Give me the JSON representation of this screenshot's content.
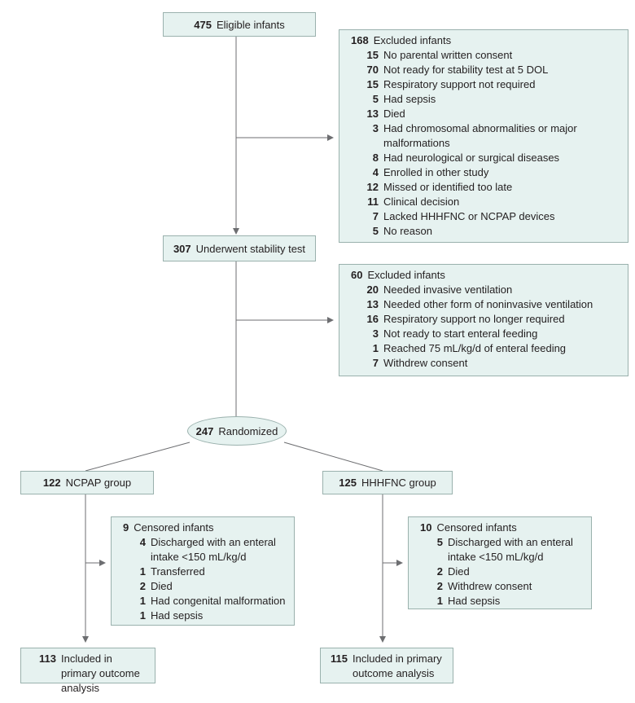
{
  "eligible": {
    "n": "475",
    "label": "Eligible infants"
  },
  "excluded1": {
    "header": {
      "n": "168",
      "label": "Excluded infants"
    },
    "items": [
      {
        "n": "15",
        "label": "No parental written consent"
      },
      {
        "n": "70",
        "label": "Not ready for stability test at 5 DOL"
      },
      {
        "n": "15",
        "label": "Respiratory support not required"
      },
      {
        "n": "5",
        "label": "Had sepsis"
      },
      {
        "n": "13",
        "label": "Died"
      },
      {
        "n": "3",
        "label": "Had chromosomal abnormalities or major malformations"
      },
      {
        "n": "8",
        "label": "Had neurological or surgical diseases"
      },
      {
        "n": "4",
        "label": "Enrolled in other study"
      },
      {
        "n": "12",
        "label": "Missed or identified too late"
      },
      {
        "n": "11",
        "label": "Clinical decision"
      },
      {
        "n": "7",
        "label": "Lacked HHHFNC or NCPAP devices"
      },
      {
        "n": "5",
        "label": "No reason"
      }
    ]
  },
  "stability": {
    "n": "307",
    "label": "Underwent stability test"
  },
  "excluded2": {
    "header": {
      "n": "60",
      "label": "Excluded infants"
    },
    "items": [
      {
        "n": "20",
        "label": "Needed invasive ventilation"
      },
      {
        "n": "13",
        "label": "Needed other form of noninvasive ventilation"
      },
      {
        "n": "16",
        "label": "Respiratory support no longer required"
      },
      {
        "n": "3",
        "label": "Not ready to start enteral feeding"
      },
      {
        "n": "1",
        "label": "Reached 75 mL/kg/d of enteral feeding"
      },
      {
        "n": "7",
        "label": "Withdrew consent"
      }
    ]
  },
  "randomized": {
    "n": "247",
    "label": "Randomized"
  },
  "ncpap": {
    "n": "122",
    "label": "NCPAP group"
  },
  "hhhfnc": {
    "n": "125",
    "label": "HHHFNC group"
  },
  "censored_ncpap": {
    "header": {
      "n": "9",
      "label": "Censored infants"
    },
    "items": [
      {
        "n": "4",
        "label": "Discharged with an enteral intake <150 mL/kg/d"
      },
      {
        "n": "1",
        "label": "Transferred"
      },
      {
        "n": "2",
        "label": "Died"
      },
      {
        "n": "1",
        "label": "Had congenital malformation"
      },
      {
        "n": "1",
        "label": "Had sepsis"
      }
    ]
  },
  "censored_hhhfnc": {
    "header": {
      "n": "10",
      "label": "Censored infants"
    },
    "items": [
      {
        "n": "5",
        "label": "Discharged with an enteral intake <150 mL/kg/d"
      },
      {
        "n": "2",
        "label": "Died"
      },
      {
        "n": "2",
        "label": "Withdrew consent"
      },
      {
        "n": "1",
        "label": "Had sepsis"
      }
    ]
  },
  "included_ncpap": {
    "n": "113",
    "label": "Included in primary outcome analysis"
  },
  "included_hhhfnc": {
    "n": "115",
    "label": "Included in primary outcome analysis"
  }
}
